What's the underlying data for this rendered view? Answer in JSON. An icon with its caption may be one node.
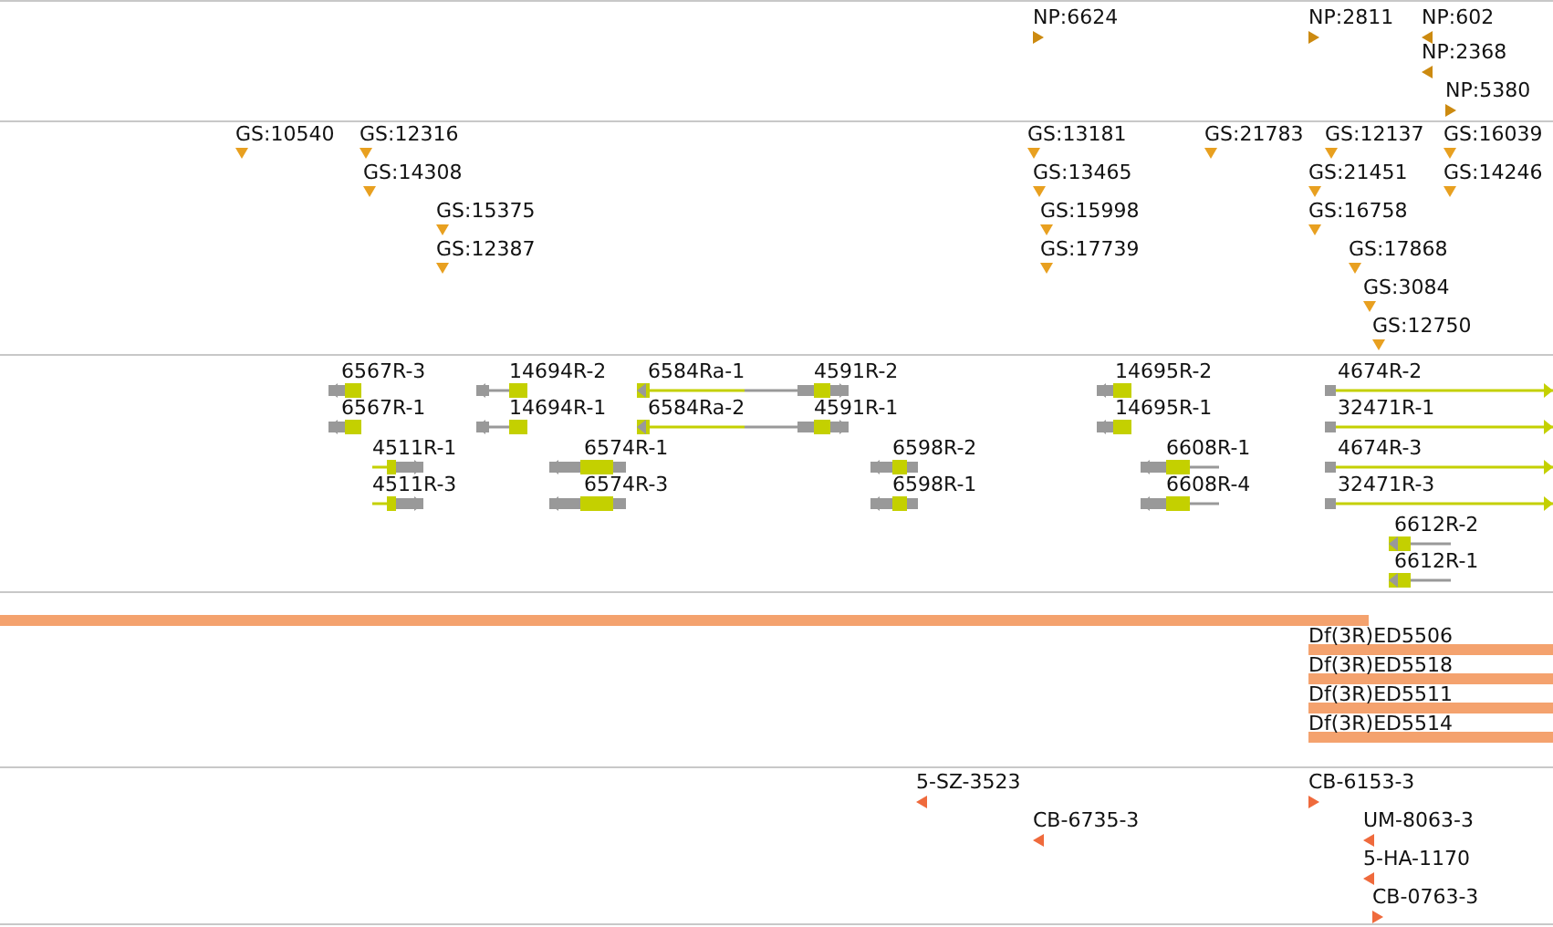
{
  "diagram": {
    "labels": [
      "NP:6624",
      "NP:2811",
      "NP:602",
      "NP:2368",
      "NP:5380",
      "GS:10540",
      "GS:12316",
      "GS:13181",
      "GS:21783",
      "GS:12137",
      "GS:16039",
      "GS:14308",
      "GS:13465",
      "GS:21451",
      "GS:14246",
      "GS:15375",
      "GS:15998",
      "GS:16758",
      "GS:12387",
      "GS:17739",
      "GS:17868",
      "GS:3084",
      "GS:12750",
      "6567R-3",
      "14694R-2",
      "6584Ra-1",
      "4591R-2",
      "14695R-2",
      "4674R-2",
      "6567R-1",
      "14694R-1",
      "6584Ra-2",
      "4591R-1",
      "14695R-1",
      "32471R-1",
      "4511R-1",
      "6574R-1",
      "6598R-2",
      "6608R-1",
      "4674R-3",
      "4511R-3",
      "6574R-3",
      "6598R-1",
      "6608R-4",
      "32471R-3",
      "6612R-2",
      "6612R-1",
      "Df(3R)ED5506",
      "Df(3R)ED5518",
      "Df(3R)ED5511",
      "Df(3R)ED5514",
      "5-SZ-3523",
      "CB-6153-3",
      "CB-6735-3",
      "UM-8063-3",
      "5-HA-1170",
      "CB-0763-3"
    ]
  }
}
